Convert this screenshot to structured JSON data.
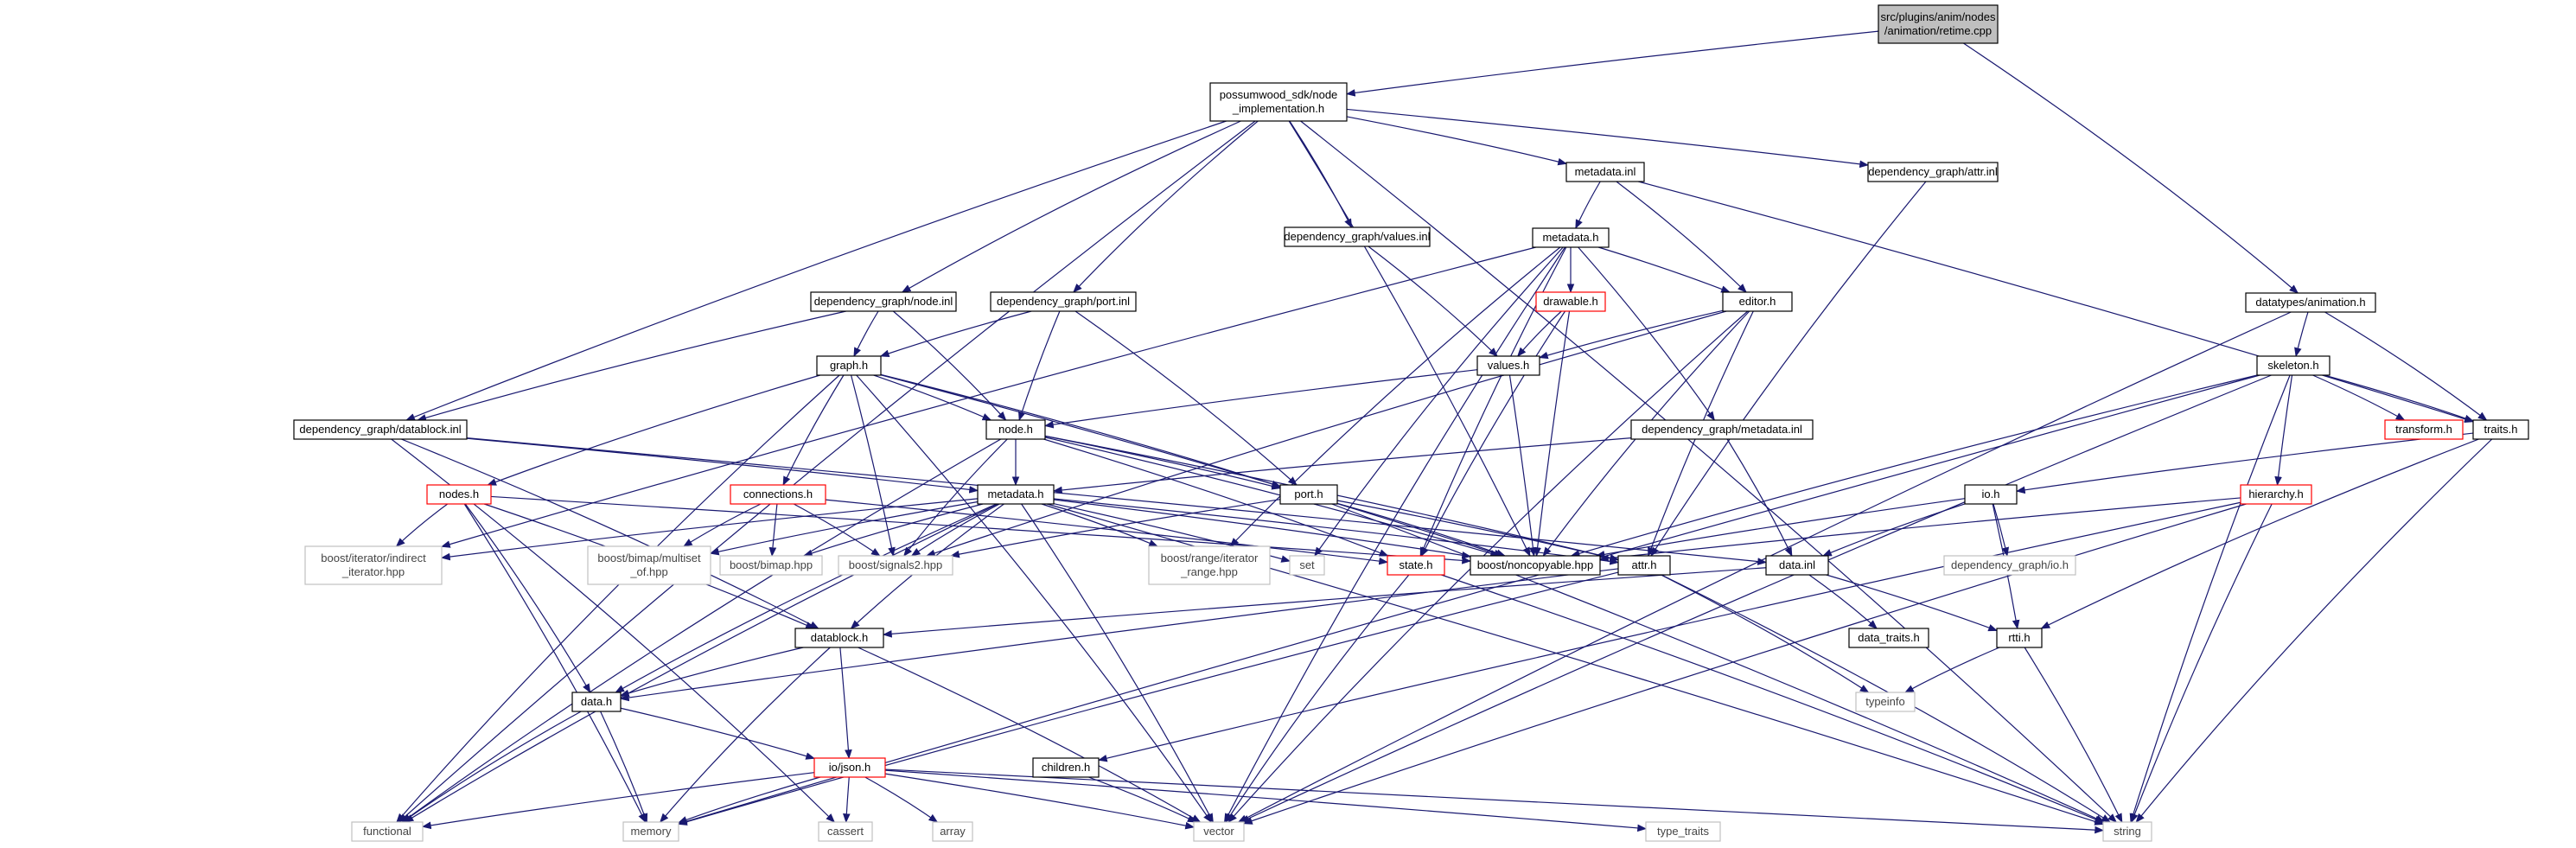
{
  "colors": {
    "edge": "#191970",
    "root_fill": "#bfbfbf",
    "local_border": "#000000",
    "truncated_border": "#ff0000",
    "system_border": "#c0c0c0"
  },
  "nodes": [
    {
      "id": "root",
      "lines": [
        "src/plugins/anim/nodes",
        "/animation/retime.cpp"
      ],
      "kind": "root"
    },
    {
      "id": "ni",
      "lines": [
        "possumwood_sdk/node",
        "_implementation.h"
      ],
      "kind": "local"
    },
    {
      "id": "metainl",
      "lines": [
        "metadata.inl"
      ],
      "kind": "local"
    },
    {
      "id": "attrinl",
      "lines": [
        "dependency_graph/attr.inl"
      ],
      "kind": "local"
    },
    {
      "id": "valuesinl",
      "lines": [
        "dependency_graph/values.inl"
      ],
      "kind": "local"
    },
    {
      "id": "metah1",
      "lines": [
        "metadata.h"
      ],
      "kind": "local"
    },
    {
      "id": "drawable",
      "lines": [
        "drawable.h"
      ],
      "kind": "truncated"
    },
    {
      "id": "editor",
      "lines": [
        "editor.h"
      ],
      "kind": "local"
    },
    {
      "id": "nodeinl",
      "lines": [
        "dependency_graph/node.inl"
      ],
      "kind": "local"
    },
    {
      "id": "portinl",
      "lines": [
        "dependency_graph/port.inl"
      ],
      "kind": "local"
    },
    {
      "id": "valuesh",
      "lines": [
        "values.h"
      ],
      "kind": "local"
    },
    {
      "id": "anim",
      "lines": [
        "datatypes/animation.h"
      ],
      "kind": "local"
    },
    {
      "id": "skel",
      "lines": [
        "skeleton.h"
      ],
      "kind": "local"
    },
    {
      "id": "transform",
      "lines": [
        "transform.h"
      ],
      "kind": "truncated"
    },
    {
      "id": "traits",
      "lines": [
        "traits.h"
      ],
      "kind": "local"
    },
    {
      "id": "graph",
      "lines": [
        "graph.h"
      ],
      "kind": "local"
    },
    {
      "id": "dbinl",
      "lines": [
        "dependency_graph/datablock.inl"
      ],
      "kind": "local"
    },
    {
      "id": "node",
      "lines": [
        "node.h"
      ],
      "kind": "local"
    },
    {
      "id": "dgmetainl",
      "lines": [
        "dependency_graph/metadata.inl"
      ],
      "kind": "local"
    },
    {
      "id": "nodes",
      "lines": [
        "nodes.h"
      ],
      "kind": "truncated"
    },
    {
      "id": "conn",
      "lines": [
        "connections.h"
      ],
      "kind": "truncated"
    },
    {
      "id": "metah2",
      "lines": [
        "metadata.h"
      ],
      "kind": "local"
    },
    {
      "id": "port",
      "lines": [
        "port.h"
      ],
      "kind": "local"
    },
    {
      "id": "ioh",
      "lines": [
        "io.h"
      ],
      "kind": "local"
    },
    {
      "id": "hier",
      "lines": [
        "hierarchy.h"
      ],
      "kind": "truncated"
    },
    {
      "id": "indirect",
      "lines": [
        "boost/iterator/indirect",
        "_iterator.hpp"
      ],
      "kind": "system"
    },
    {
      "id": "multiset",
      "lines": [
        "boost/bimap/multiset",
        "_of.hpp"
      ],
      "kind": "system"
    },
    {
      "id": "bimap",
      "lines": [
        "boost/bimap.hpp"
      ],
      "kind": "system"
    },
    {
      "id": "signals",
      "lines": [
        "boost/signals2.hpp"
      ],
      "kind": "system"
    },
    {
      "id": "range",
      "lines": [
        "boost/range/iterator",
        "_range.hpp"
      ],
      "kind": "system"
    },
    {
      "id": "set",
      "lines": [
        "set"
      ],
      "kind": "system"
    },
    {
      "id": "state",
      "lines": [
        "state.h"
      ],
      "kind": "truncated"
    },
    {
      "id": "noncopy",
      "lines": [
        "boost/noncopyable.hpp"
      ],
      "kind": "local"
    },
    {
      "id": "attrh",
      "lines": [
        "attr.h"
      ],
      "kind": "local"
    },
    {
      "id": "datainl",
      "lines": [
        "data.inl"
      ],
      "kind": "local"
    },
    {
      "id": "dgio",
      "lines": [
        "dependency_graph/io.h"
      ],
      "kind": "system"
    },
    {
      "id": "datablock",
      "lines": [
        "datablock.h"
      ],
      "kind": "local"
    },
    {
      "id": "datatraits",
      "lines": [
        "data_traits.h"
      ],
      "kind": "local"
    },
    {
      "id": "rtti",
      "lines": [
        "rtti.h"
      ],
      "kind": "local"
    },
    {
      "id": "datah",
      "lines": [
        "data.h"
      ],
      "kind": "local"
    },
    {
      "id": "typeinfo",
      "lines": [
        "typeinfo"
      ],
      "kind": "system"
    },
    {
      "id": "json",
      "lines": [
        "io/json.h"
      ],
      "kind": "truncated"
    },
    {
      "id": "children",
      "lines": [
        "children.h"
      ],
      "kind": "local"
    },
    {
      "id": "functional",
      "lines": [
        "functional"
      ],
      "kind": "system"
    },
    {
      "id": "memory",
      "lines": [
        "memory"
      ],
      "kind": "system"
    },
    {
      "id": "cassert",
      "lines": [
        "cassert"
      ],
      "kind": "system"
    },
    {
      "id": "array",
      "lines": [
        "array"
      ],
      "kind": "system"
    },
    {
      "id": "vector",
      "lines": [
        "vector"
      ],
      "kind": "system"
    },
    {
      "id": "typetraits",
      "lines": [
        "type_traits"
      ],
      "kind": "system"
    },
    {
      "id": "string",
      "lines": [
        "string"
      ],
      "kind": "system"
    }
  ],
  "edges": [
    [
      "root",
      "ni"
    ],
    [
      "root",
      "anim"
    ],
    [
      "ni",
      "metainl"
    ],
    [
      "ni",
      "attrinl"
    ],
    [
      "ni",
      "valuesinl"
    ],
    [
      "ni",
      "nodeinl"
    ],
    [
      "ni",
      "portinl"
    ],
    [
      "ni",
      "dbinl"
    ],
    [
      "ni",
      "noncopy"
    ],
    [
      "ni",
      "functional"
    ],
    [
      "ni",
      "string"
    ],
    [
      "metainl",
      "metah1"
    ],
    [
      "metainl",
      "editor"
    ],
    [
      "metainl",
      "traits"
    ],
    [
      "attrinl",
      "attrh"
    ],
    [
      "valuesinl",
      "valuesh"
    ],
    [
      "metah1",
      "drawable"
    ],
    [
      "metah1",
      "editor"
    ],
    [
      "metah1",
      "dgmetainl"
    ],
    [
      "metah1",
      "indirect"
    ],
    [
      "metah1",
      "range"
    ],
    [
      "metah1",
      "set"
    ],
    [
      "metah1",
      "state"
    ],
    [
      "metah1",
      "vector"
    ],
    [
      "drawable",
      "valuesh"
    ],
    [
      "drawable",
      "noncopy"
    ],
    [
      "drawable",
      "state"
    ],
    [
      "editor",
      "valuesh"
    ],
    [
      "editor",
      "signals"
    ],
    [
      "editor",
      "noncopy"
    ],
    [
      "editor",
      "attrh"
    ],
    [
      "editor",
      "vector"
    ],
    [
      "nodeinl",
      "graph"
    ],
    [
      "nodeinl",
      "dbinl"
    ],
    [
      "nodeinl",
      "node"
    ],
    [
      "portinl",
      "graph"
    ],
    [
      "portinl",
      "node"
    ],
    [
      "portinl",
      "port"
    ],
    [
      "valuesh",
      "node"
    ],
    [
      "valuesh",
      "noncopy"
    ],
    [
      "anim",
      "skel"
    ],
    [
      "anim",
      "traits"
    ],
    [
      "anim",
      "vector"
    ],
    [
      "skel",
      "transform"
    ],
    [
      "skel",
      "traits"
    ],
    [
      "skel",
      "hier"
    ],
    [
      "skel",
      "noncopy"
    ],
    [
      "skel",
      "memory"
    ],
    [
      "skel",
      "string"
    ],
    [
      "skel",
      "vector"
    ],
    [
      "traits",
      "ioh"
    ],
    [
      "traits",
      "rtti"
    ],
    [
      "traits",
      "string"
    ],
    [
      "graph",
      "node"
    ],
    [
      "graph",
      "nodes"
    ],
    [
      "graph",
      "conn"
    ],
    [
      "graph",
      "signals"
    ],
    [
      "graph",
      "port"
    ],
    [
      "graph",
      "noncopy"
    ],
    [
      "graph",
      "functional"
    ],
    [
      "graph",
      "vector"
    ],
    [
      "dbinl",
      "metah2"
    ],
    [
      "dbinl",
      "datablock"
    ],
    [
      "dbinl",
      "cassert"
    ],
    [
      "dbinl",
      "datainl"
    ],
    [
      "node",
      "metah2"
    ],
    [
      "node",
      "port"
    ],
    [
      "node",
      "signals"
    ],
    [
      "node",
      "state"
    ],
    [
      "node",
      "noncopy"
    ],
    [
      "node",
      "attrh"
    ],
    [
      "node",
      "functional"
    ],
    [
      "dgmetainl",
      "metah2"
    ],
    [
      "dgmetainl",
      "datainl"
    ],
    [
      "nodes",
      "indirect"
    ],
    [
      "nodes",
      "datah"
    ],
    [
      "nodes",
      "datablock"
    ],
    [
      "nodes",
      "memory"
    ],
    [
      "nodes",
      "noncopy"
    ],
    [
      "conn",
      "multiset"
    ],
    [
      "conn",
      "bimap"
    ],
    [
      "conn",
      "signals"
    ],
    [
      "conn",
      "state"
    ],
    [
      "metah2",
      "indirect"
    ],
    [
      "metah2",
      "multiset"
    ],
    [
      "metah2",
      "bimap"
    ],
    [
      "metah2",
      "signals"
    ],
    [
      "metah2",
      "range"
    ],
    [
      "metah2",
      "set"
    ],
    [
      "metah2",
      "noncopy"
    ],
    [
      "metah2",
      "attrh"
    ],
    [
      "metah2",
      "datablock"
    ],
    [
      "metah2",
      "datah"
    ],
    [
      "metah2",
      "vector"
    ],
    [
      "metah2",
      "string"
    ],
    [
      "metah2",
      "functional"
    ],
    [
      "port",
      "signals"
    ],
    [
      "port",
      "noncopy"
    ],
    [
      "port",
      "attrh"
    ],
    [
      "port",
      "string"
    ],
    [
      "ioh",
      "noncopy"
    ],
    [
      "ioh",
      "dgio"
    ],
    [
      "ioh",
      "datainl"
    ],
    [
      "ioh",
      "rtti"
    ],
    [
      "hier",
      "noncopy"
    ],
    [
      "hier",
      "children"
    ],
    [
      "hier",
      "string"
    ],
    [
      "hier",
      "vector"
    ],
    [
      "state",
      "vector"
    ],
    [
      "state",
      "string"
    ],
    [
      "attrh",
      "typeinfo"
    ],
    [
      "attrh",
      "string"
    ],
    [
      "attrh",
      "datah"
    ],
    [
      "attrh",
      "memory"
    ],
    [
      "datainl",
      "datatraits"
    ],
    [
      "datainl",
      "rtti"
    ],
    [
      "datainl",
      "datablock"
    ],
    [
      "datablock",
      "datah"
    ],
    [
      "datablock",
      "json"
    ],
    [
      "datablock",
      "memory"
    ],
    [
      "datablock",
      "vector"
    ],
    [
      "rtti",
      "typeinfo"
    ],
    [
      "rtti",
      "string"
    ],
    [
      "datah",
      "json"
    ],
    [
      "datah",
      "memory"
    ],
    [
      "datah",
      "functional"
    ],
    [
      "json",
      "functional"
    ],
    [
      "json",
      "memory"
    ],
    [
      "json",
      "cassert"
    ],
    [
      "json",
      "array"
    ],
    [
      "json",
      "vector"
    ],
    [
      "json",
      "typetraits"
    ],
    [
      "json",
      "string"
    ],
    [
      "children",
      "vector"
    ]
  ]
}
